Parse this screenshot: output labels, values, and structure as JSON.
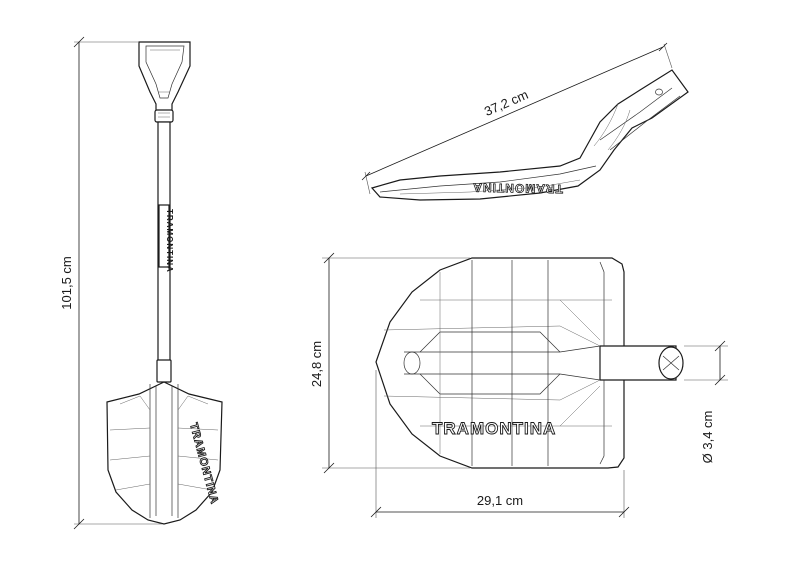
{
  "brand": {
    "front_view": "TRAMONTINA",
    "side_view": "TRAMONTINA",
    "blade_view": "TRAMONTINA"
  },
  "dimensions": {
    "total_length": "101,5 cm",
    "side_length": "37,2 cm",
    "blade_height": "24,8 cm",
    "blade_width": "29,1 cm",
    "shaft_diameter": "Ø 3,4 cm"
  }
}
